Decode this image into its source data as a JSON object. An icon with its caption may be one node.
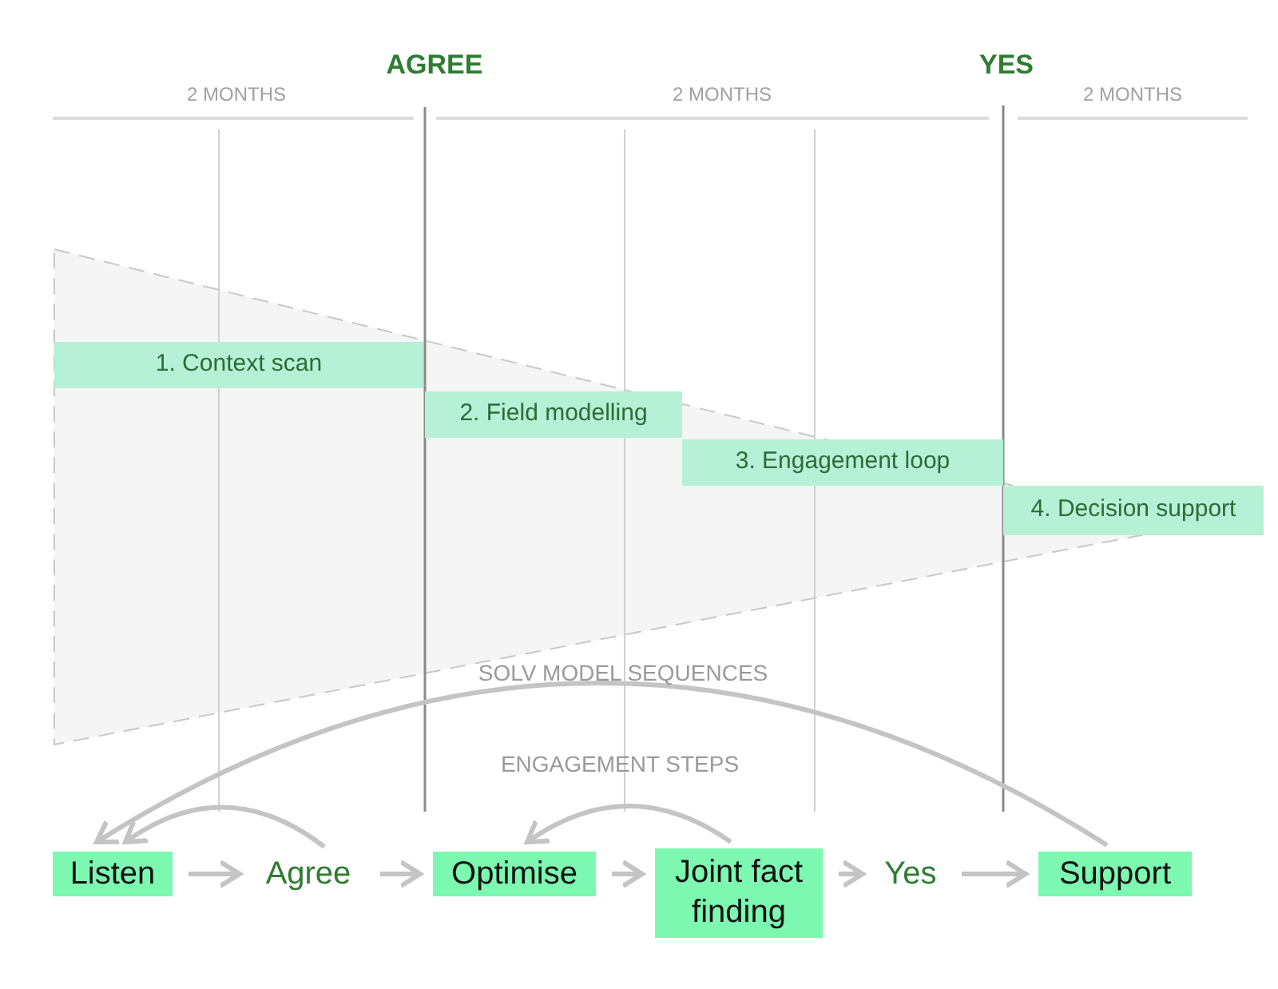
{
  "diagram": {
    "nodes": [
      {
        "text": [
          "1. Context scan"
        ]
      },
      {
        "text": [
          "2. Field modelling"
        ]
      },
      {
        "text": [
          "3. Engagement loop"
        ]
      },
      {
        "text": [
          "4. Decision support"
        ]
      },
      {
        "text": [
          "Listen"
        ]
      },
      {
        "text": [
          "Agree"
        ]
      },
      {
        "text": [
          "Optimise"
        ]
      },
      {
        "text": [
          "Joint fact finding"
        ]
      },
      {
        "text": [
          "Yes"
        ]
      },
      {
        "text": [
          "Support"
        ]
      }
    ],
    "edges": [
      {
        "from": 4,
        "to": 5,
        "arrow": "to"
      },
      {
        "from": 5,
        "to": 6,
        "arrow": "to"
      },
      {
        "from": 6,
        "to": 7,
        "arrow": "to"
      },
      {
        "from": 7,
        "to": 8,
        "arrow": "to"
      },
      {
        "from": 8,
        "to": 9,
        "arrow": "to"
      },
      {
        "from": 9,
        "to": 4,
        "arrow": "to"
      },
      {
        "from": 5,
        "to": 4,
        "arrow": "to"
      },
      {
        "from": 7,
        "to": 6,
        "arrow": "to"
      }
    ],
    "labels": [
      "AGREE",
      "YES",
      "2 MONTHS",
      "2 MONTHS",
      "2 MONTHS",
      "SOLV MODEL SEQUENCES",
      "ENGAGEMENT STEPS"
    ]
  }
}
